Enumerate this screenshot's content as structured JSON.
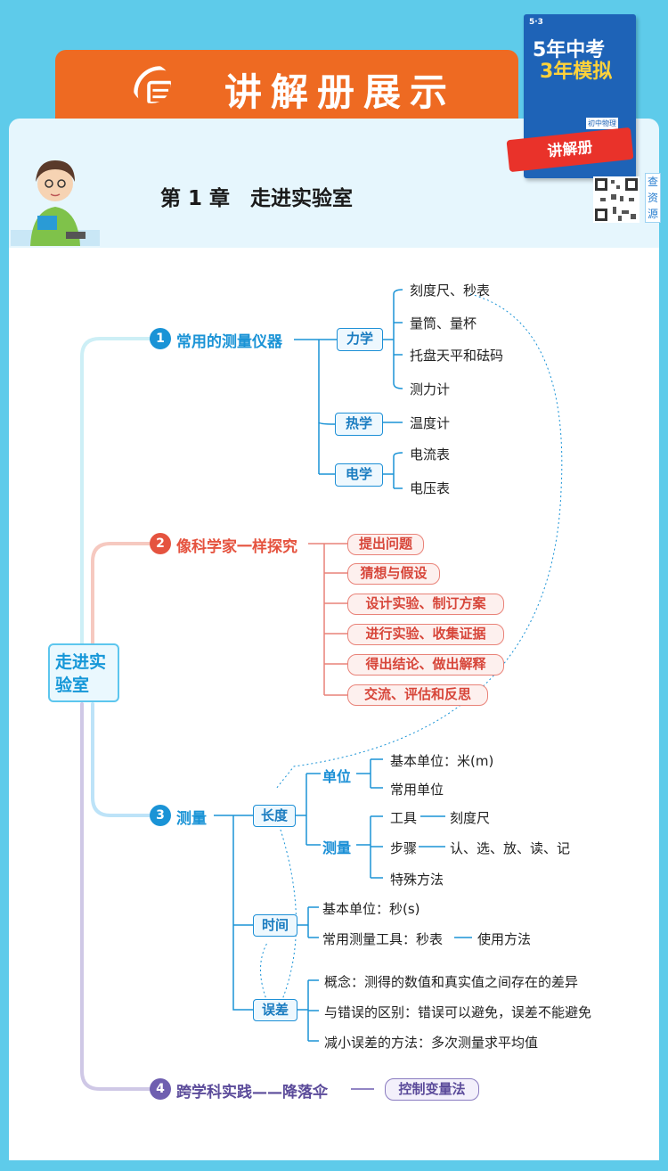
{
  "header": {
    "banner_title": "讲解册展示",
    "chapter_title": "第 1 章　走进实验室",
    "book": {
      "logo": "5·3",
      "title_line1": "5年中考",
      "title_line2": "3年模拟",
      "subject": "初中物理",
      "ribbon": "讲解册"
    },
    "qr_label": "查资源"
  },
  "mindmap": {
    "root": {
      "line1": "走进实",
      "line2": "验室"
    },
    "branches": [
      {
        "number": "1",
        "title": "常用的测量仪器",
        "color": "#1a93d6",
        "groups": [
          {
            "label": "力学",
            "items": [
              "刻度尺、秒表",
              "量筒、量杯",
              "托盘天平和砝码",
              "测力计"
            ]
          },
          {
            "label": "热学",
            "items": [
              "温度计"
            ]
          },
          {
            "label": "电学",
            "items": [
              "电流表",
              "电压表"
            ]
          }
        ]
      },
      {
        "number": "2",
        "title": "像科学家一样探究",
        "color": "#e5533f",
        "steps": [
          "提出问题",
          "猜想与假设",
          "设计实验、制订方案",
          "进行实验、收集证据",
          "得出结论、做出解释",
          "交流、评估和反思"
        ]
      },
      {
        "number": "3",
        "title": "测量",
        "color": "#1a93d6",
        "length": {
          "label": "长度",
          "unit": {
            "label": "单位",
            "items": [
              "基本单位：米(m)",
              "常用单位"
            ]
          },
          "measure": {
            "label": "测量",
            "tool": "工具",
            "tool_value": "刻度尺",
            "steps": "步骤",
            "steps_value": "认、选、放、读、记",
            "special": "特殊方法"
          }
        },
        "time": {
          "label": "时间",
          "base_unit": "基本单位：秒(s)",
          "common_tool": "常用测量工具：秒表",
          "usage": "使用方法"
        },
        "error": {
          "label": "误差",
          "items": [
            "概念：测得的数值和真实值之间存在的差异",
            "与错误的区别：错误可以避免，误差不能避免",
            "减小误差的方法：多次测量求平均值"
          ]
        }
      },
      {
        "number": "4",
        "title": "跨学科实践——降落伞",
        "color": "#6f5fb0",
        "leaf": "控制变量法"
      }
    ]
  },
  "colors": {
    "background": "#5ecbea",
    "banner": "#ee6a22",
    "blue": "#1a93d6",
    "red": "#e5533f",
    "purple": "#6f5fb0"
  }
}
